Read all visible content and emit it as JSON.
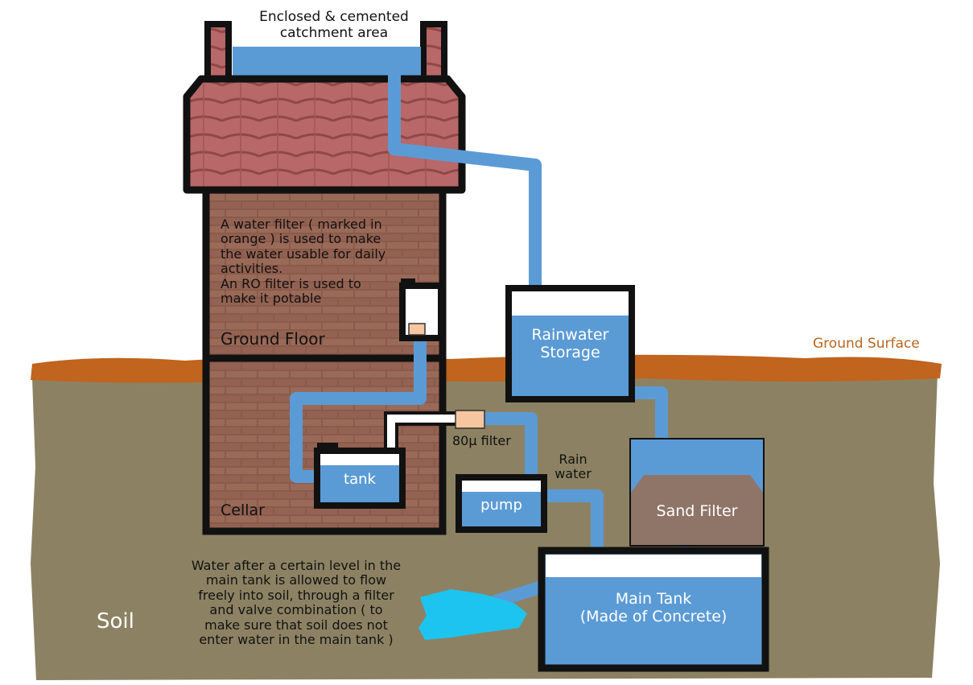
{
  "labels": {
    "catchment": "Enclosed & cemented\ncatchment area",
    "filter_note": "A water filter ( marked in\norange ) is used to make\nthe water usable for daily\nactivities.\nAn RO filter is used to\nmake it potable",
    "ground_floor": "Ground Floor",
    "cellar": "Cellar",
    "tank": "tank",
    "pump": "pump",
    "filter_80": "80µ filter",
    "rain_water": "Rain\nwater",
    "rainwater_storage": "Rainwater\nStorage",
    "ground_surface": "Ground Surface",
    "sand_filter": "Sand Filter",
    "main_tank": "Main Tank\n(Made of Concrete)",
    "overflow_note": "Water after a certain level in the\nmain tank is allowed to flow\nfreely into soil, through a filter\nand valve combination ( to\nmake sure that soil does not\nenter water in the main tank )",
    "soil": "Soil"
  },
  "colors": {
    "soil": "#8c8263",
    "ground": "#c0641e",
    "water": "#5b9bd5",
    "brick": "#8a5a4a",
    "roof": "#b86868",
    "filter": "#f5c6a0",
    "sand": "#8f7468",
    "overflow": "#1ec4f0",
    "ground_label": "#b8651e"
  }
}
